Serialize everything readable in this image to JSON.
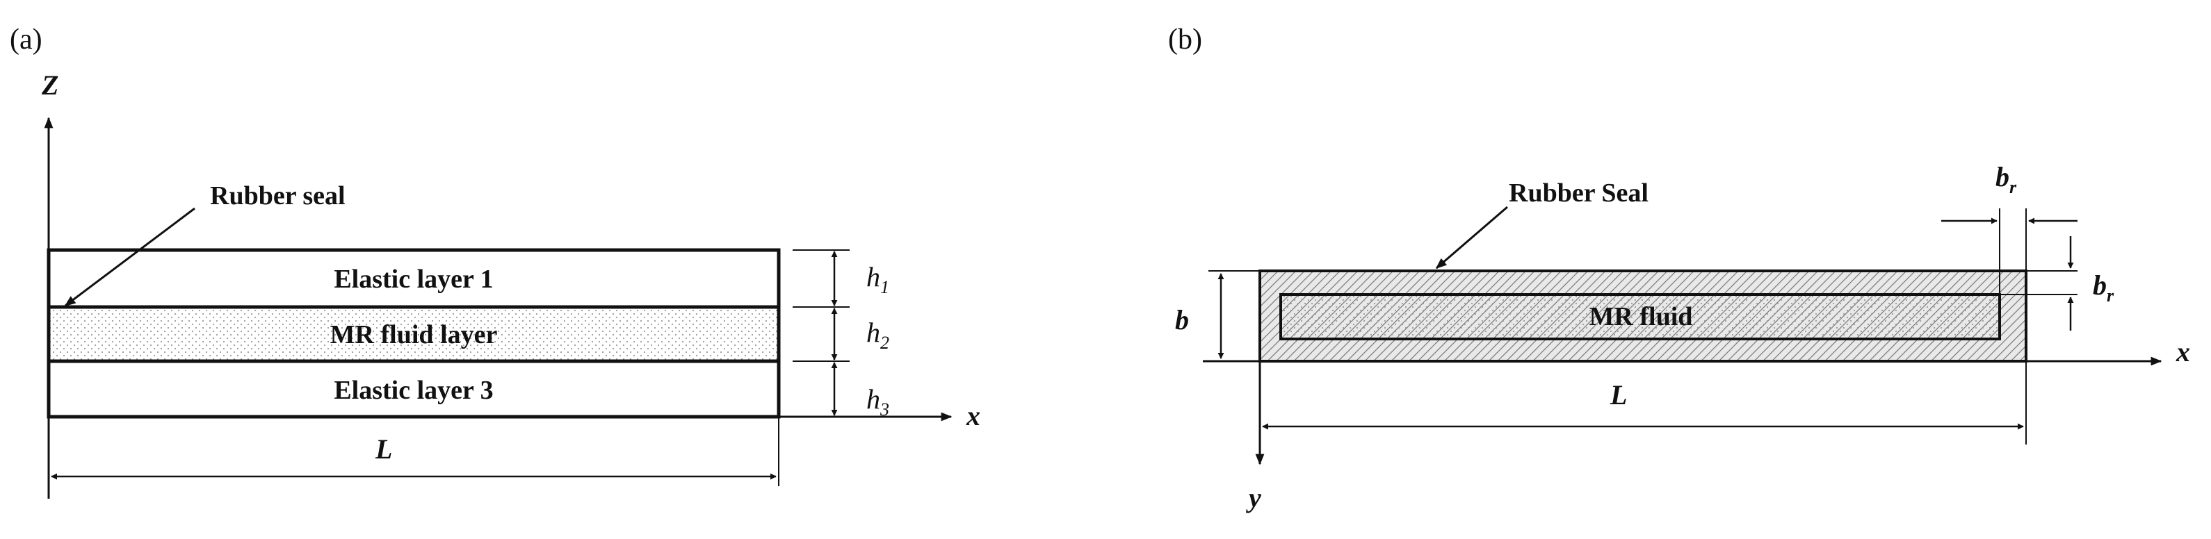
{
  "panel_a": {
    "tag": "(a)",
    "axis_z": "Z",
    "axis_x": "x",
    "seal_label": "Rubber seal",
    "layer1_label": "Elastic layer 1",
    "layer2_label": "MR fluid layer",
    "layer3_label": "Elastic layer 3",
    "h1": "h",
    "h1_sub": "1",
    "h2": "h",
    "h2_sub": "2",
    "h3": "h",
    "h3_sub": "3",
    "length": "L"
  },
  "panel_b": {
    "tag": "(b)",
    "seal_label": "Rubber Seal",
    "fluid_label": "MR fluid",
    "axis_x": "x",
    "axis_y": "y",
    "width": "b",
    "length": "L",
    "br_top": "b",
    "br_top_sub": "r",
    "br_side": "b",
    "br_side_sub": "r"
  }
}
